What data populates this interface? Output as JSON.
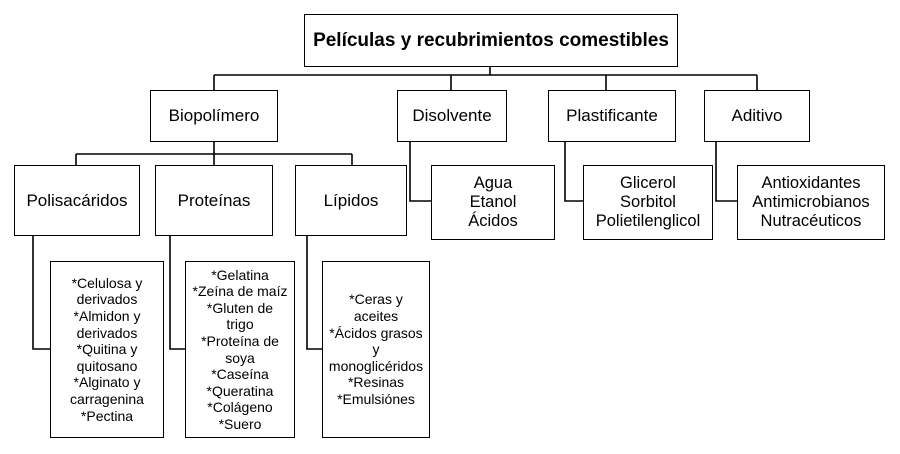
{
  "title": "Películas y recubrimientos comestibles",
  "components": {
    "biopolimero": "Biopolímero",
    "disolvente": "Disolvente",
    "plastificante": "Plastificante",
    "aditivo": "Aditivo"
  },
  "biopolymer_types": {
    "polisacaridos": "Polisacáridos",
    "proteinas": "Proteínas",
    "lipidos": "Lípidos"
  },
  "polisacaridos_list": [
    "*Celulosa y",
    "derivados",
    "*Almidon y",
    "derivados",
    "*Quitina y",
    "quitosano",
    "*Alginato y",
    "carragenina",
    "*Pectina"
  ],
  "proteinas_list": [
    "*Gelatina",
    "*Zeína de maíz",
    "*Gluten de",
    "trigo",
    "*Proteína de",
    "soya",
    "*Caseína",
    "*Queratina",
    "*Colágeno",
    "*Suero"
  ],
  "lipidos_list": [
    "*Ceras y",
    "aceites",
    "*Ácidos grasos",
    "y",
    "monoglicéridos",
    "*Resinas",
    "*Emulsiónes"
  ],
  "disolvente_list": [
    "Agua",
    "Etanol",
    "Ácidos"
  ],
  "plastificante_list": [
    "Glicerol",
    "Sorbitol",
    "Polietilenglicol"
  ],
  "aditivo_list": [
    "Antioxidantes",
    "Antimicrobianos",
    "Nutracéuticos"
  ]
}
